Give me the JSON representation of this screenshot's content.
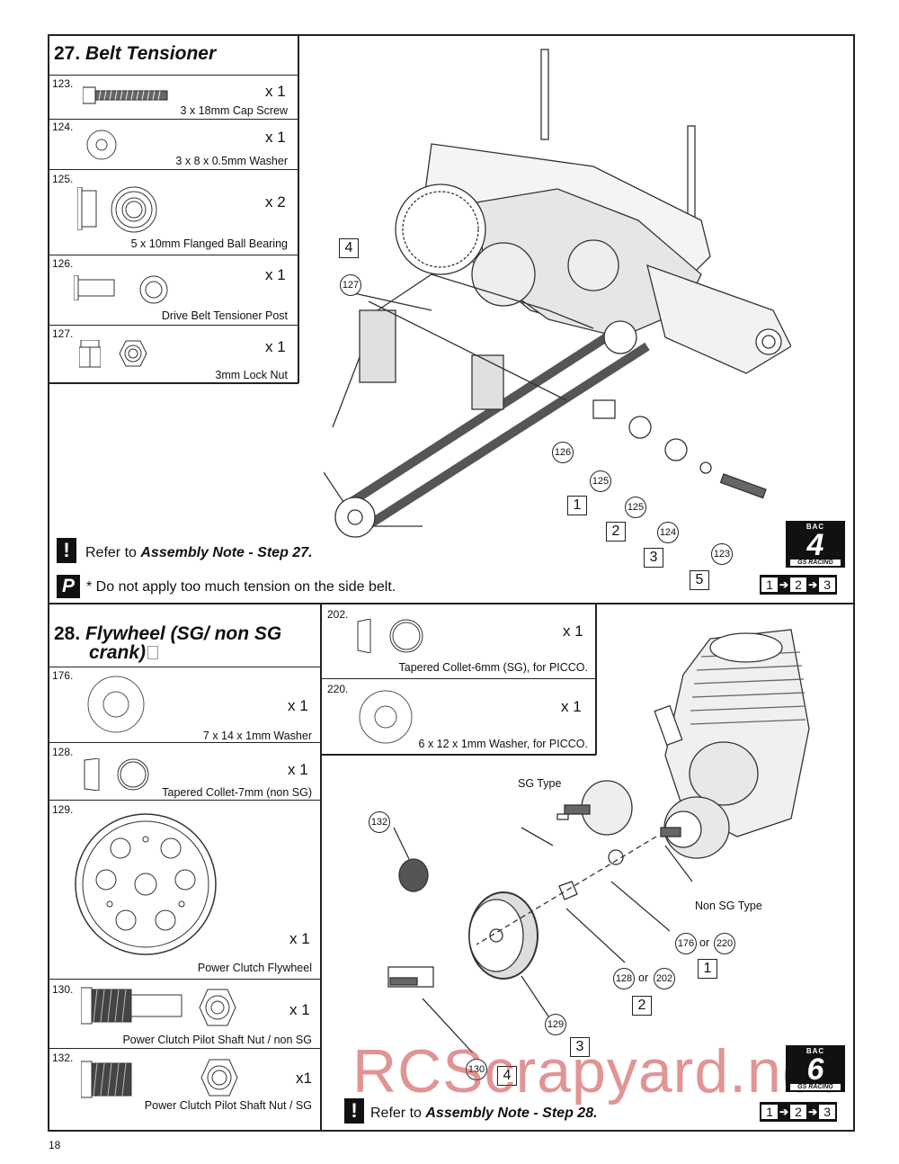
{
  "step27": {
    "num": "27.",
    "title": "Belt Tensioner",
    "parts": [
      {
        "id": "123.",
        "qty": "x 1",
        "desc": "3 x 18mm Cap Screw"
      },
      {
        "id": "124.",
        "qty": "x 1",
        "desc": "3 x 8 x 0.5mm Washer"
      },
      {
        "id": "125.",
        "qty": "x 2",
        "desc": "5 x 10mm Flanged Ball Bearing"
      },
      {
        "id": "126.",
        "qty": "x 1",
        "desc": "Drive Belt Tensioner Post"
      },
      {
        "id": "127.",
        "qty": "x 1",
        "desc": "3mm Lock Nut"
      }
    ],
    "note_prefix": "Refer to ",
    "note_ref": "Assembly Note - Step 27.",
    "tip": "* Do not apply too much tension on the side belt.",
    "boxes": [
      "4",
      "1",
      "2",
      "3",
      "5"
    ],
    "callouts": [
      "127",
      "126",
      "125",
      "125",
      "124",
      "123"
    ],
    "bac": {
      "top": "BAC",
      "num": "4",
      "sub": "GS RACING"
    },
    "sequence": [
      "1",
      "2",
      "3"
    ]
  },
  "step28": {
    "num": "28.",
    "title_line1": "Flywheel (SG/ non SG",
    "title_line2": "crank)",
    "parts_left": [
      {
        "id": "176.",
        "qty": "x 1",
        "desc": "7 x 14 x 1mm Washer"
      },
      {
        "id": "128.",
        "qty": "x 1",
        "desc": "Tapered Collet-7mm (non SG)"
      },
      {
        "id": "129.",
        "qty": "x 1",
        "desc": "Power Clutch Flywheel"
      },
      {
        "id": "130.",
        "qty": "x 1",
        "desc": "Power Clutch Pilot Shaft Nut / non SG"
      },
      {
        "id": "132.",
        "qty": "x1",
        "desc": "Power Clutch Pilot Shaft Nut / SG"
      }
    ],
    "parts_right": [
      {
        "id": "202.",
        "qty": "x 1",
        "desc": "Tapered Collet-6mm (SG), for PICCO."
      },
      {
        "id": "220.",
        "qty": "x 1",
        "desc": "6 x 12 x 1mm Washer, for PICCO."
      }
    ],
    "labels": {
      "sg": "SG Type",
      "nonsg": "Non SG Type",
      "or": "or"
    },
    "callouts": [
      "132",
      "176",
      "220",
      "128",
      "202",
      "129",
      "130"
    ],
    "boxes": [
      "1",
      "2",
      "3",
      "4"
    ],
    "note_prefix": "Refer to ",
    "note_ref": "Assembly Note - Step 28.",
    "bac": {
      "top": "BAC",
      "num": "6",
      "sub": "GS RACING"
    },
    "sequence": [
      "1",
      "2",
      "3"
    ]
  },
  "watermark": "RCScrapyard.net",
  "page_number": "18"
}
